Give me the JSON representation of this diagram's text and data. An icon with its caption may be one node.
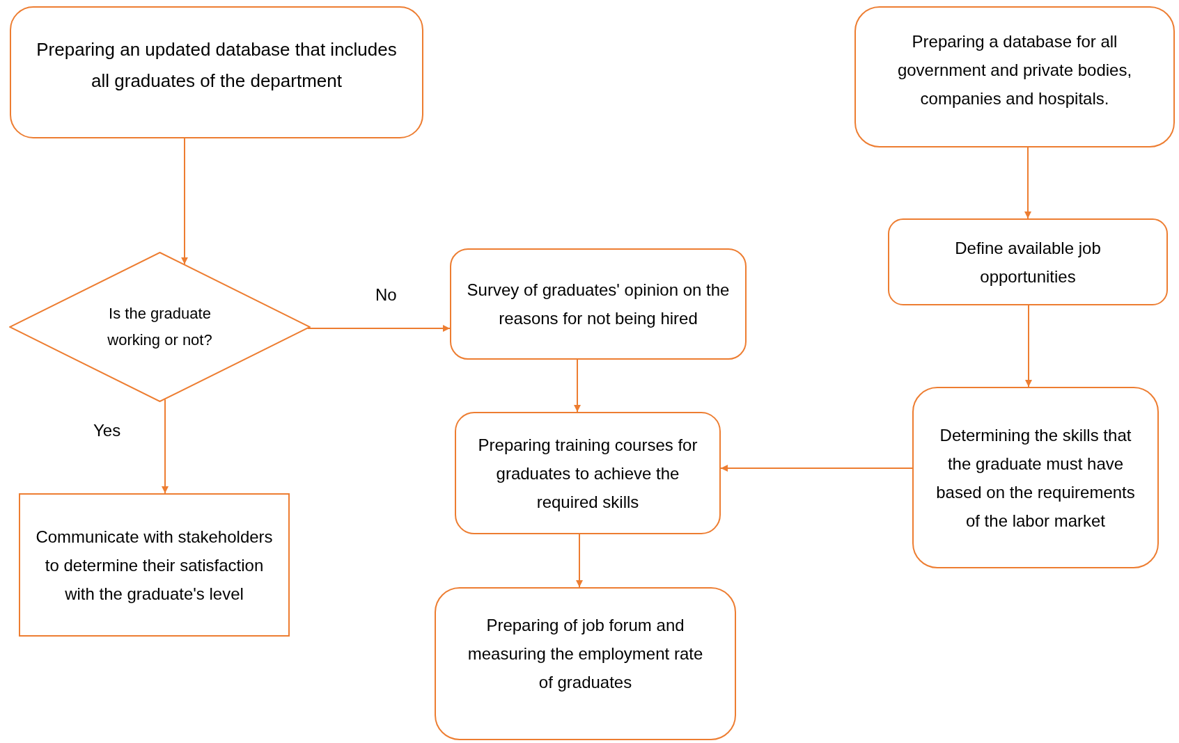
{
  "diagram": {
    "nodes": [
      {
        "text": [
          "Preparing an updated database that includes all graduates of the department"
        ]
      },
      {
        "text": [
          "Is the graduate working or not?"
        ]
      },
      {
        "text": [
          "Survey of graduates' opinion on the reasons for not being hired"
        ]
      },
      {
        "text": [
          "Communicate with stakeholders to determine their satisfaction with the graduate's level"
        ]
      },
      {
        "text": [
          "Preparing training courses for graduates to achieve the required skills"
        ]
      },
      {
        "text": [
          "Preparing  of job forum and measuring the employment rate of graduates"
        ]
      },
      {
        "text": [
          "Preparing a database for all government and private bodies, companies and hospitals."
        ]
      },
      {
        "text": [
          "Define available job opportunities"
        ]
      },
      {
        "text": [
          "Determining the skills that the graduate must have based on the requirements of the labor market"
        ]
      }
    ],
    "edges": [
      {
        "from": 0,
        "to": 1,
        "arrow": "to"
      },
      {
        "from": 1,
        "to": 2,
        "arrow": "to",
        "label": "No"
      },
      {
        "from": 1,
        "to": 3,
        "arrow": "to",
        "label": "Yes"
      },
      {
        "from": 2,
        "to": 4,
        "arrow": "to"
      },
      {
        "from": 4,
        "to": 5,
        "arrow": "to"
      },
      {
        "from": 6,
        "to": 7,
        "arrow": "to"
      },
      {
        "from": 7,
        "to": 8,
        "arrow": "to"
      },
      {
        "from": 8,
        "to": 4,
        "arrow": "to"
      }
    ]
  }
}
